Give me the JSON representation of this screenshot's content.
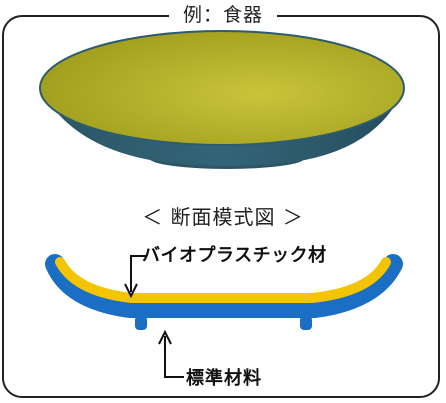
{
  "title": "例：食器",
  "section_label": "＜ 断面模式図 ＞",
  "callouts": {
    "top_layer": "バイオプラスチック材",
    "bottom_layer": "標準材料"
  },
  "colors": {
    "bowl_inner": "#b9b52a",
    "bowl_outer": "#2e5b6e",
    "layer_bio": "#f5c400",
    "layer_standard": "#1a6fc4",
    "frame": "#222222"
  }
}
